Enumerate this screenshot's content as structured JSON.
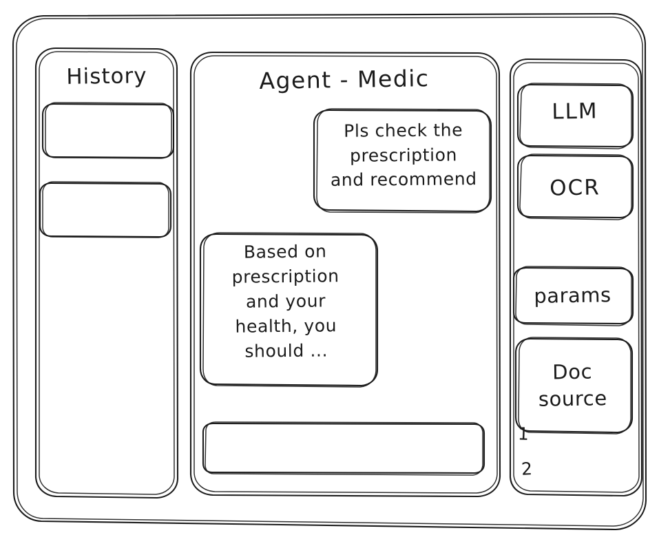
{
  "app": {
    "style": "hand-drawn-wireframe",
    "stroke_color": "#1c1c1c",
    "background_color": "#ffffff"
  },
  "sidebar_left": {
    "title": "History",
    "items": [
      {
        "label": "",
        "name": "history-item-1"
      },
      {
        "label": "",
        "name": "history-item-2"
      }
    ]
  },
  "main": {
    "title": "Agent - Medic",
    "messages": [
      {
        "role": "user",
        "text": "Pls check the\nprescription\nand recommend"
      },
      {
        "role": "assistant",
        "text": "Based on\nprescription\nand your\nhealth, you\nshould ..."
      }
    ],
    "composer": {
      "value": "",
      "placeholder": ""
    }
  },
  "sidebar_right": {
    "tools": [
      {
        "label": "LLM",
        "name": "tool-llm"
      },
      {
        "label": "OCR",
        "name": "tool-ocr"
      }
    ],
    "settings": [
      {
        "label": "params",
        "name": "settings-params"
      }
    ],
    "doc_source": {
      "label": "Doc\nsource",
      "list": [
        {
          "marker": "1"
        },
        {
          "marker": "2"
        }
      ]
    }
  }
}
